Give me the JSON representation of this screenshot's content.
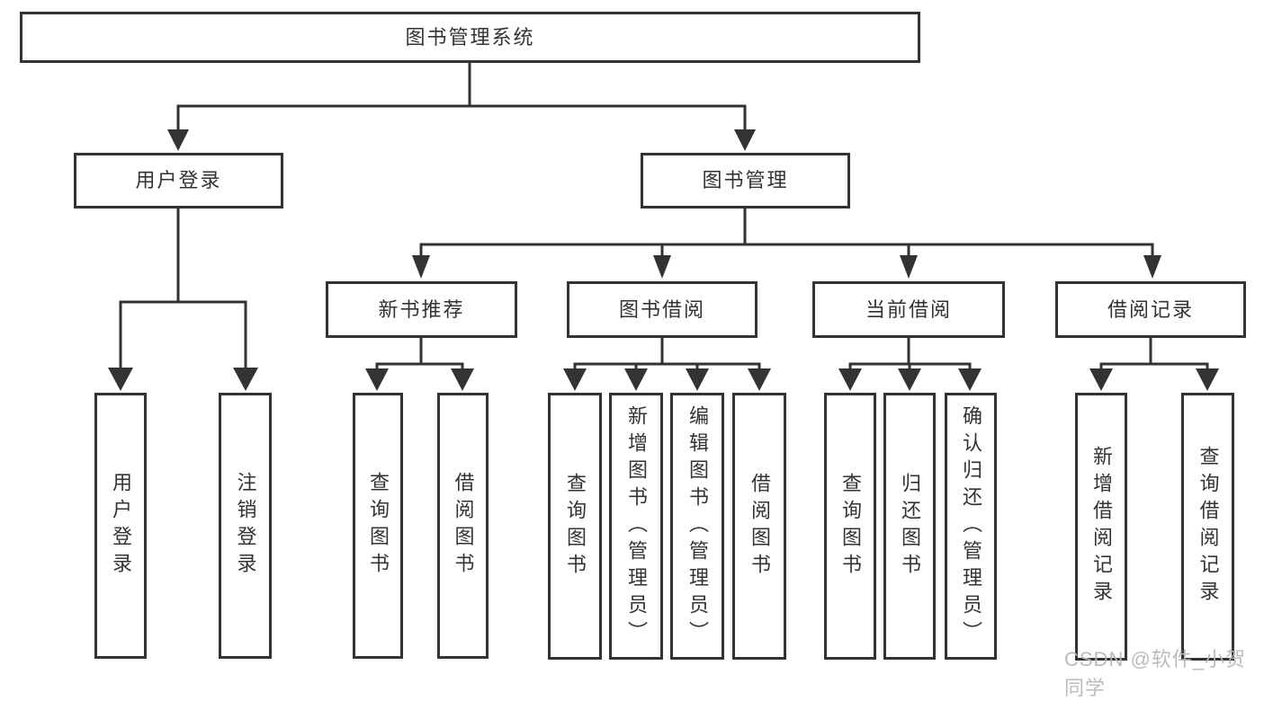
{
  "diagram": {
    "type": "org-tree",
    "colors": {
      "line": "#333333",
      "box_border": "#333333",
      "box_fill": "#ffffff",
      "text": "#333333",
      "background": "#ffffff",
      "watermark": "#b7b7b7"
    },
    "watermark": "CSDN @软件_小贺同学",
    "nodes": {
      "root": {
        "label": "图书管理系统"
      },
      "user_login_group": {
        "label": "用户登录"
      },
      "book_mgmt": {
        "label": "图书管理"
      },
      "new_book_rec": {
        "label": "新书推荐"
      },
      "book_borrow": {
        "label": "图书借阅"
      },
      "current_borrow": {
        "label": "当前借阅"
      },
      "borrow_record": {
        "label": "借阅记录"
      },
      "leaf_user_login": {
        "label": "用户登录"
      },
      "leaf_logout": {
        "label": "注销登录"
      },
      "leaf_nbr_query": {
        "label": "查询图书"
      },
      "leaf_nbr_borrow": {
        "label": "借阅图书"
      },
      "leaf_bb_query": {
        "label": "查询图书"
      },
      "leaf_bb_add": {
        "label": "新增图书（管理员）"
      },
      "leaf_bb_edit": {
        "label": "编辑图书（管理员）"
      },
      "leaf_bb_borrow": {
        "label": "借阅图书"
      },
      "leaf_cb_query": {
        "label": "查询图书"
      },
      "leaf_cb_return": {
        "label": "归还图书"
      },
      "leaf_cb_confirm": {
        "label": "确认归还（管理员）"
      },
      "leaf_br_add": {
        "label": "新增借阅记录"
      },
      "leaf_br_query": {
        "label": "查询借阅记录"
      }
    },
    "tree": {
      "图书管理系统": {
        "用户登录": [
          "用户登录",
          "注销登录"
        ],
        "图书管理": {
          "新书推荐": [
            "查询图书",
            "借阅图书"
          ],
          "图书借阅": [
            "查询图书",
            "新增图书（管理员）",
            "编辑图书（管理员）",
            "借阅图书"
          ],
          "当前借阅": [
            "查询图书",
            "归还图书",
            "确认归还（管理员）"
          ],
          "借阅记录": [
            "新增借阅记录",
            "查询借阅记录"
          ]
        }
      }
    }
  }
}
